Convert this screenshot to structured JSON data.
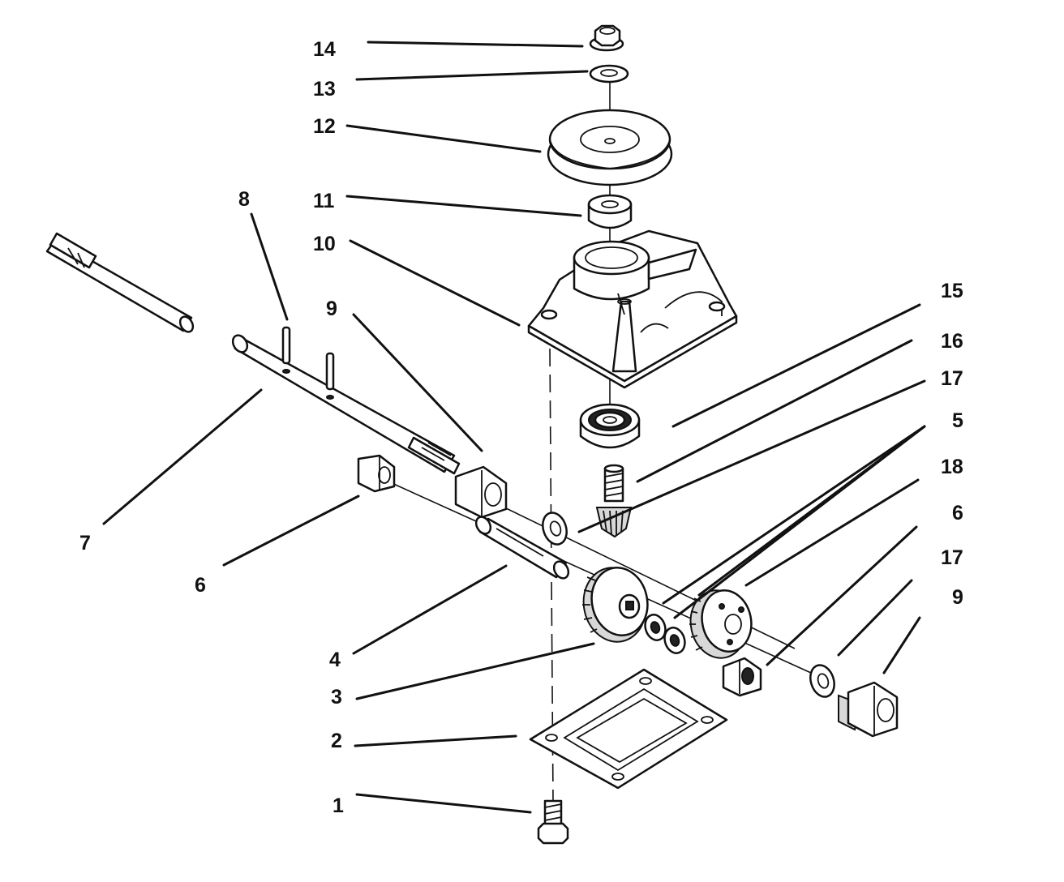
{
  "callouts": {
    "c1": "1",
    "c2": "2",
    "c3": "3",
    "c4": "4",
    "c5": "5",
    "c6a": "6",
    "c6b": "6",
    "c7": "7",
    "c8": "8",
    "c9a": "9",
    "c9b": "9",
    "c10": "10",
    "c11": "11",
    "c12": "12",
    "c13": "13",
    "c14": "14",
    "c15": "15",
    "c16": "16",
    "c17a": "17",
    "c17b": "17",
    "c18": "18"
  },
  "colors": {
    "ink": "#111111",
    "paper": "#ffffff"
  }
}
